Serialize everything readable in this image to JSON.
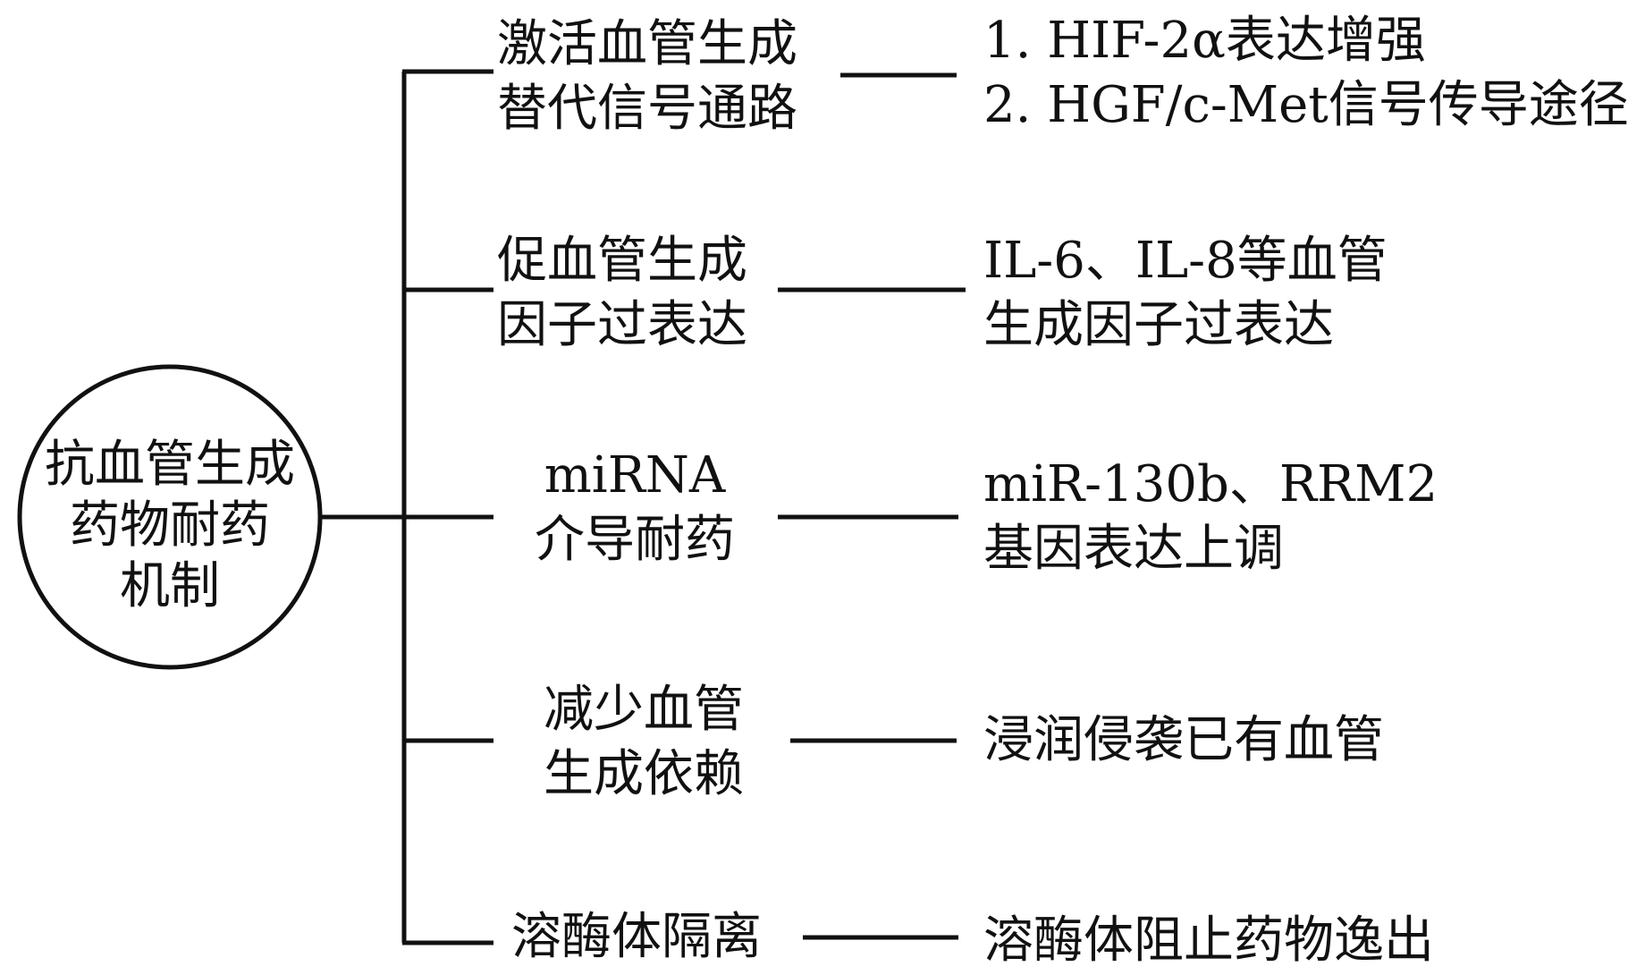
{
  "root": {
    "lines": [
      "抗血管生成",
      "药物耐药",
      "机制"
    ]
  },
  "branches": [
    {
      "mechanism": [
        "激活血管生成",
        "替代信号通路"
      ],
      "detail": [
        "1. HIF-2α表达增强",
        "2. HGF/c-Met信号传导途径"
      ]
    },
    {
      "mechanism": [
        "促血管生成",
        "因子过表达"
      ],
      "detail": [
        "IL-6、IL-8等血管",
        "生成因子过表达"
      ]
    },
    {
      "mechanism": [
        "miRNA",
        "介导耐药"
      ],
      "detail": [
        "miR-130b、RRM2",
        "基因表达上调"
      ]
    },
    {
      "mechanism": [
        "减少血管",
        "生成依赖"
      ],
      "detail": [
        "浸润侵袭已有血管"
      ]
    },
    {
      "mechanism": [
        "溶酶体隔离"
      ],
      "detail": [
        "溶酶体阻止药物逸出"
      ]
    }
  ],
  "colors": {
    "line": "#111111",
    "background": "#ffffff"
  }
}
